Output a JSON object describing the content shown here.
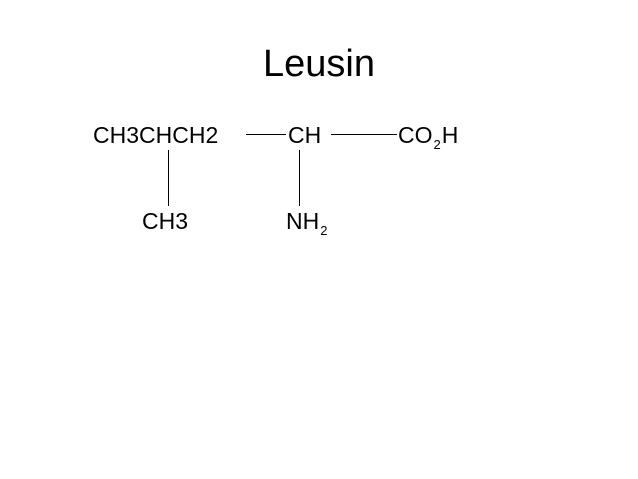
{
  "slide": {
    "title": "Leusin"
  },
  "structure": {
    "main_chain": {
      "left_group": "CH3CHCH2",
      "center_group": "CH",
      "right_group_co": "CO",
      "right_group_subscript": "2",
      "right_group_h": "H"
    },
    "substituents": {
      "methyl": "CH3",
      "amino_base": "NH",
      "amino_subscript": "2"
    }
  },
  "colors": {
    "text": "#000000",
    "background": "#ffffff"
  }
}
